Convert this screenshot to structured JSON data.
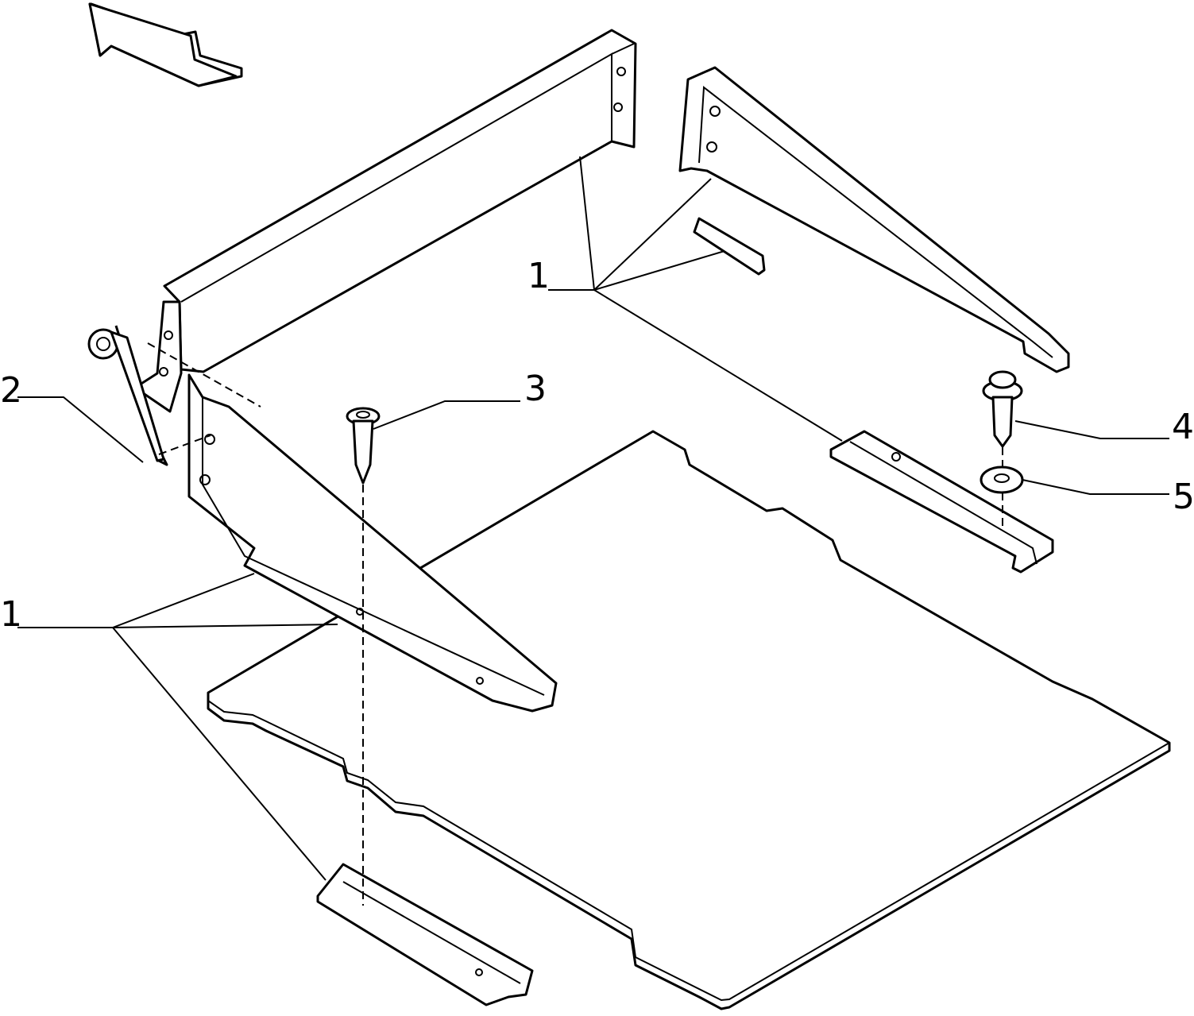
{
  "callouts": {
    "rear_support_label": "1",
    "screw_a_label": "2",
    "screw_b_label": "3",
    "screw_c_label": "4",
    "washer_label": "5",
    "front_support_label": "1"
  },
  "icons": {
    "direction_arrow": "direction-arrow-icon"
  },
  "colors": {
    "ink": "#000000",
    "paper": "#ffffff"
  }
}
